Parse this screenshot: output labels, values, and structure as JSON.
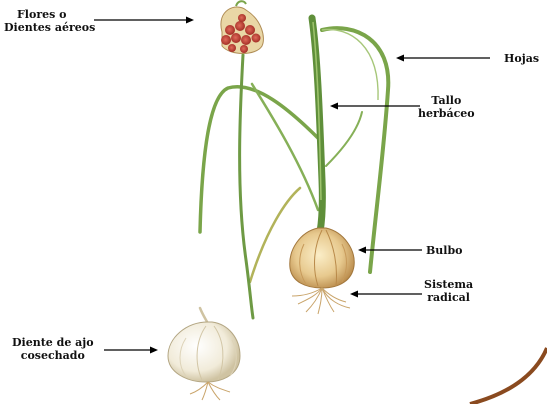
{
  "diagram": {
    "labels": {
      "flores": {
        "line1": "Flores o",
        "line2": "Dientes aéreos"
      },
      "hojas": "Hojas",
      "tallo": {
        "line1": "Tallo",
        "line2": "herbáceo"
      },
      "bulbo": "Bulbo",
      "sistema": {
        "line1": "Sistema",
        "line2": "radical"
      },
      "diente": {
        "line1": "Diente de ajo",
        "line2": "cosechado"
      }
    },
    "colors": {
      "stem": "#5f8f3a",
      "leaf": "#7aa54a",
      "bulb": "#e7c98e",
      "clove": "#b8322a",
      "roots": "#c9a46a",
      "arrow": "#000000",
      "corner_accent": "#8a4a1f"
    }
  }
}
